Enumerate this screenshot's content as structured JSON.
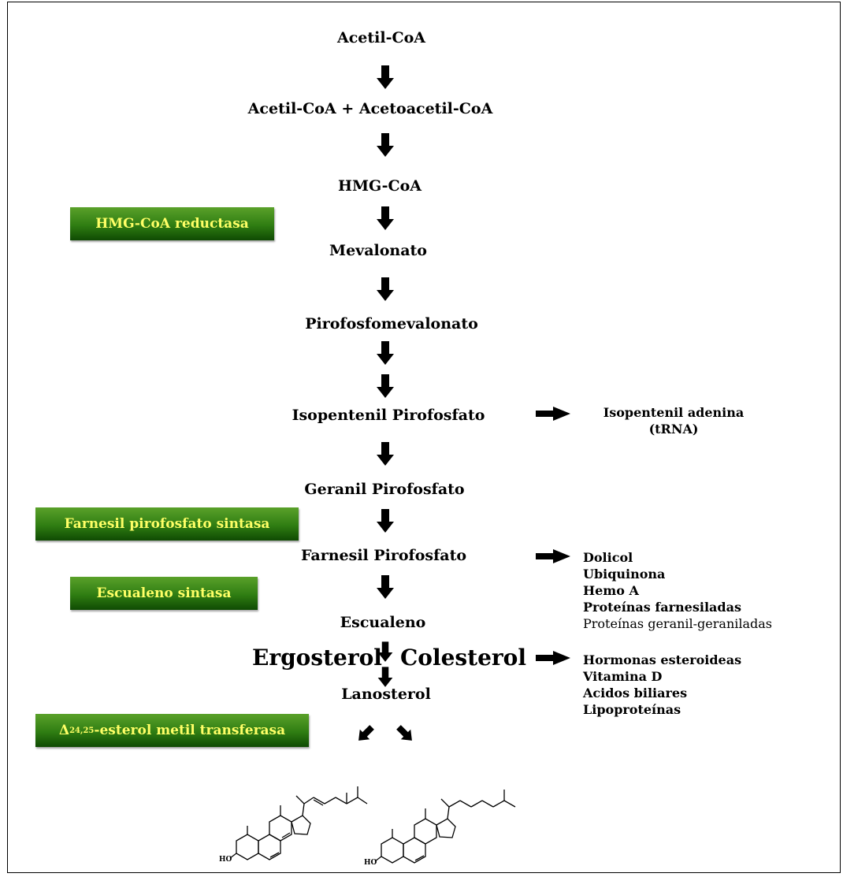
{
  "steps": [
    "Acetil-CoA",
    "Acetil-CoA + Acetoacetil-CoA",
    "HMG-CoA",
    "Mevalonato",
    "Pirofosfomevalonato",
    "Isopentenil Pirofosfato",
    "Geranil Pirofosfato",
    "Farnesil Pirofosfato",
    "Escualeno",
    "Lanosterol"
  ],
  "enzymes": {
    "hmg": "HMG-CoA reductasa",
    "farnesil": "Farnesil pirofosfato sintasa",
    "escualeno": "Escualeno sintasa",
    "metil": {
      "delta": "Δ",
      "sup": "24,25",
      "rest": "-esterol metil transferasa"
    }
  },
  "branches": {
    "isopentenil": [
      "Isopentenil adenina",
      "(tRNA)"
    ],
    "farnesil": [
      "Dolicol",
      "Ubiquinona",
      "Hemo A",
      "Proteínas farnesiladas",
      "Proteínas geranil-geraniladas"
    ],
    "colesterol": [
      "Hormonas esteroideas",
      "Vitamina D",
      "Acidos biliares",
      "Lipoproteínas"
    ]
  },
  "products": {
    "ergosterol": "Ergosterol",
    "colesterol": "Colesterol"
  },
  "structures": {
    "ho_left": "HO",
    "ho_right": "HO"
  },
  "colors": {
    "enzyme_bg": "#2f7d12",
    "enzyme_text": "#ffff66",
    "arrow": "#000000"
  }
}
